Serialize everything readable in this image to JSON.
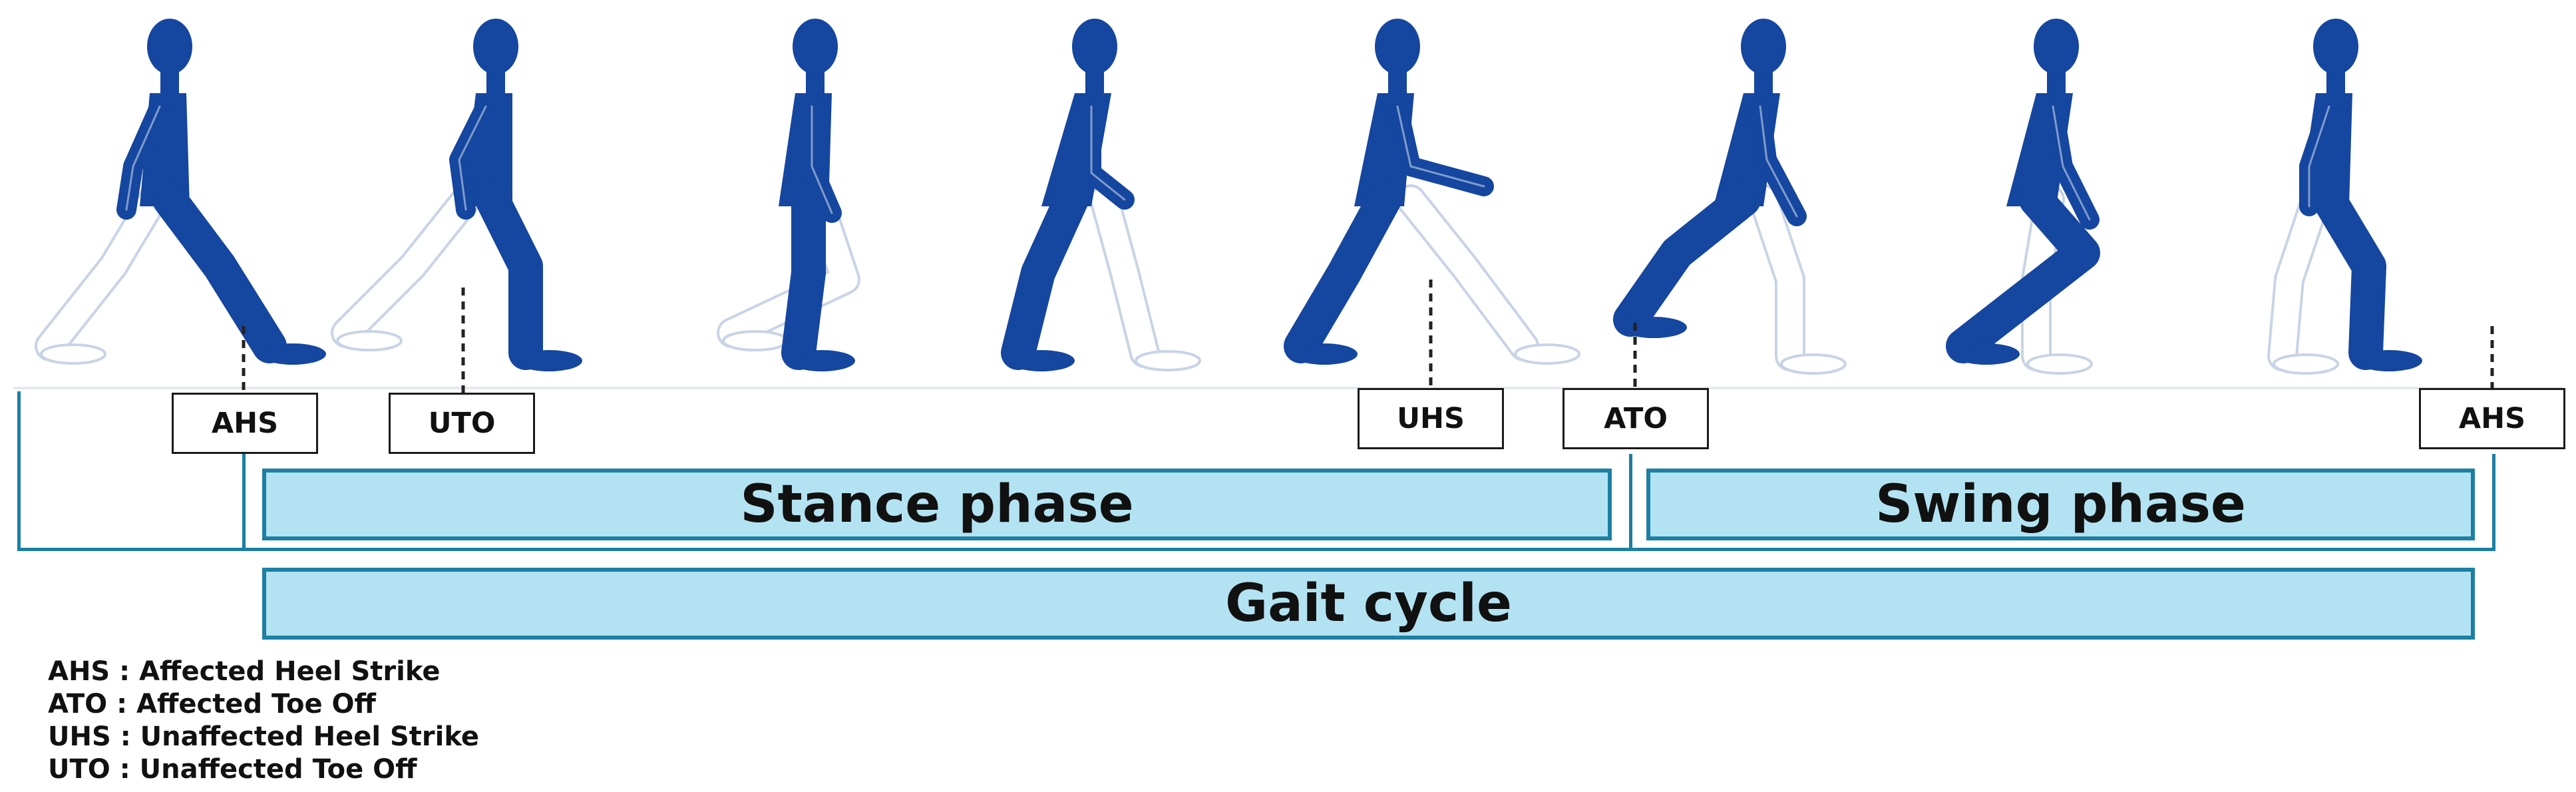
{
  "events": {
    "ahs_start": "AHS",
    "uto": "UTO",
    "uhs": "UHS",
    "ato": "ATO",
    "ahs_end": "AHS"
  },
  "phases": {
    "stance": "Stance phase",
    "swing": "Swing phase",
    "gait_cycle": "Gait cycle"
  },
  "legend": [
    "AHS : Affected Heel Strike",
    "ATO : Affected Toe Off",
    "UHS : Unaffected Heel Strike",
    "UTO : Unaffected Toe Off"
  ],
  "colors": {
    "figure_fill": "#1546a0",
    "figure_outline": "#c8d3e6",
    "bar_fill": "#b3e3f2",
    "bar_border": "#1c7fa3"
  },
  "figure_icons": [
    "walking-figure-icon",
    "walking-figure-icon",
    "walking-figure-icon",
    "walking-figure-icon",
    "walking-figure-icon",
    "walking-figure-icon",
    "walking-figure-icon",
    "walking-figure-icon"
  ]
}
